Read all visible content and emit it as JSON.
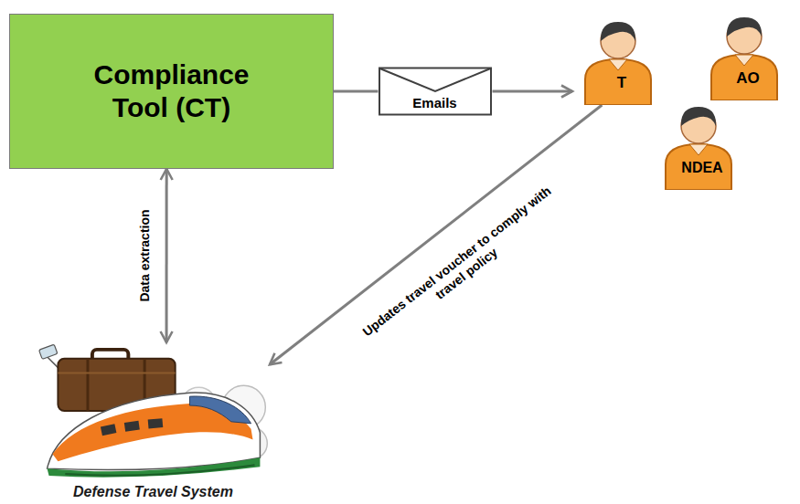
{
  "diagram": {
    "nodes": [
      {
        "text": [
          "Compliance Tool (CT)"
        ]
      },
      {
        "text": [
          "T"
        ]
      },
      {
        "text": [
          "AO"
        ]
      },
      {
        "text": [
          "NDEA"
        ]
      },
      {
        "text": [
          "Defense Travel System"
        ]
      }
    ],
    "edges": [
      {
        "from": 0,
        "to": 1,
        "arrow": "to",
        "label": "Emails"
      },
      {
        "from": 0,
        "to": 4,
        "arrow": "both",
        "label": "Data extraction"
      },
      {
        "from": 1,
        "to": 4,
        "arrow": "to",
        "label": "Updates travel voucher to comply with travel policy"
      }
    ]
  }
}
